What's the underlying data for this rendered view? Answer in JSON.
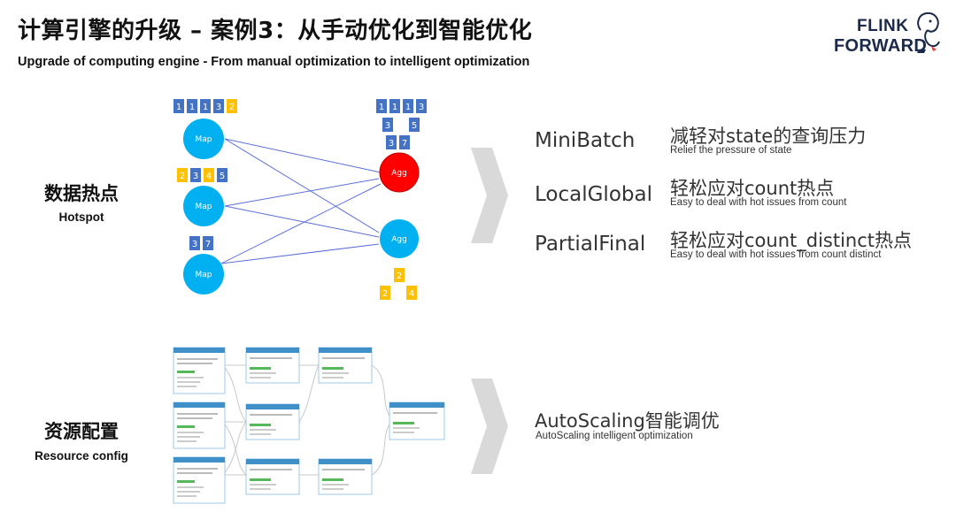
{
  "header": {
    "title": "计算引擎的升级 – 案例3：从手动优化到智能优化",
    "subtitle": "Upgrade of computing engine - From manual optimization to intelligent optimization"
  },
  "logo": {
    "line1": "FLINK",
    "line2": "FORWARD",
    "mascot": "squirrel-icon"
  },
  "hotspot": {
    "label_cn": "数据热点",
    "label_en": "Hotspot",
    "diagram": {
      "map_label": "Map",
      "agg_label": "Agg",
      "map_nodes": [
        {
          "label": "Map",
          "queue": [
            "1",
            "1",
            "1",
            "3",
            "2"
          ]
        },
        {
          "label": "Map",
          "queue": [
            "2",
            "3",
            "4",
            "5"
          ]
        },
        {
          "label": "Map",
          "queue": [
            "3",
            "7"
          ]
        }
      ],
      "agg_nodes": [
        {
          "label": "Agg",
          "hot": true,
          "queue_rows": [
            [
              "1",
              "1",
              "1",
              "3"
            ],
            [
              "3",
              "5"
            ],
            [
              "3",
              "7"
            ]
          ]
        },
        {
          "label": "Agg",
          "hot": false,
          "queue_rows": [
            [
              "2"
            ],
            [
              "2",
              "4"
            ]
          ]
        }
      ],
      "colors": {
        "node": "#00b0f0",
        "hot": "#ff0000",
        "blue_chip": "#4472c4",
        "yellow_chip": "#ffc000",
        "edge": "#5b6fd6"
      }
    }
  },
  "optimizations": [
    {
      "name": "MiniBatch",
      "cn": "减轻对state的查询压力",
      "en": "Relief the pressure of state"
    },
    {
      "name": "LocalGlobal",
      "cn": "轻松应对count热点",
      "en": "Easy to deal with hot issues from count"
    },
    {
      "name": "PartialFinal",
      "cn": "轻松应对count_distinct热点",
      "en": "Easy to deal with hot issues from count distinct"
    }
  ],
  "resource": {
    "label_cn": "资源配置",
    "label_en": "Resource config",
    "auto_title": "AutoScaling智能调优",
    "auto_sub": "AutoScaling intelligent optimization"
  }
}
